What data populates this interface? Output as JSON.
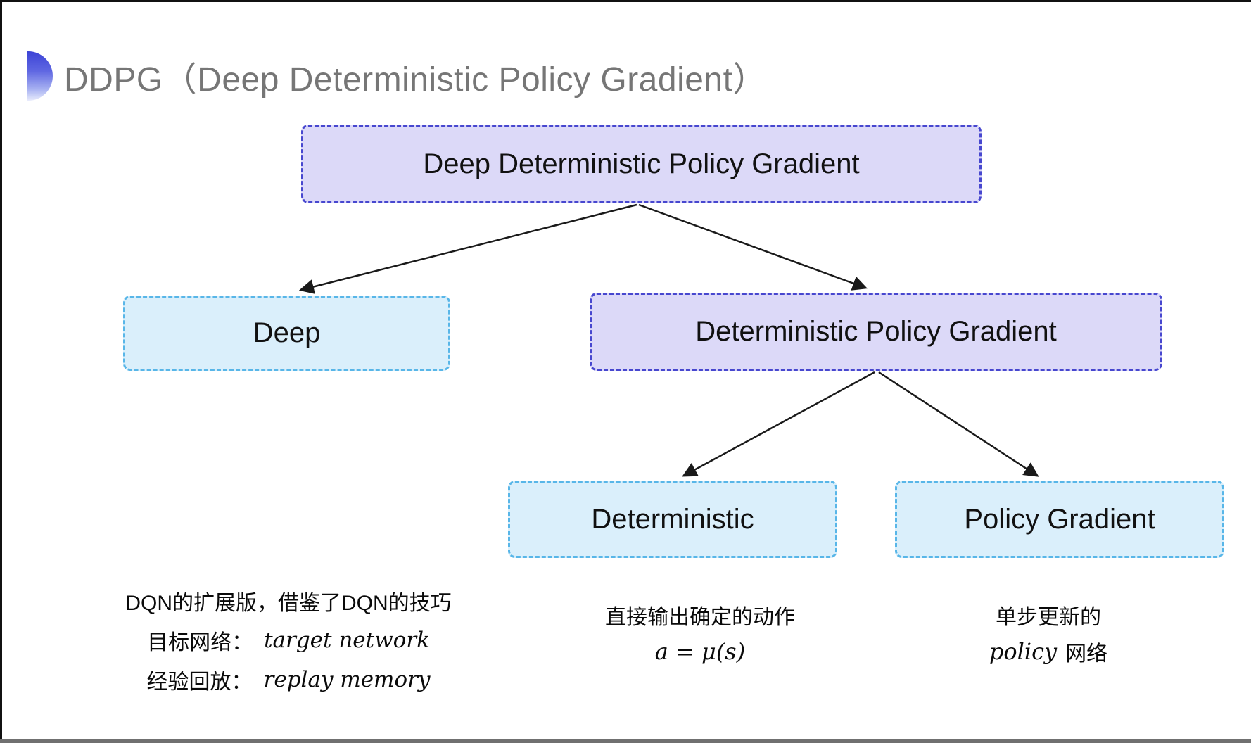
{
  "header": {
    "title": "DDPG（Deep Deterministic Policy Gradient）"
  },
  "tree": {
    "root": {
      "label": "Deep Deterministic Policy Gradient"
    },
    "deep": {
      "label": "Deep"
    },
    "dpg": {
      "label": "Deterministic Policy Gradient"
    },
    "deterministic": {
      "label": "Deterministic"
    },
    "policy_gradient": {
      "label": "Policy Gradient"
    },
    "edges": [
      {
        "from": "root",
        "to": "deep"
      },
      {
        "from": "root",
        "to": "dpg"
      },
      {
        "from": "dpg",
        "to": "deterministic"
      },
      {
        "from": "dpg",
        "to": "policy_gradient"
      }
    ]
  },
  "notes": {
    "deep": {
      "line1": "DQN的扩展版，借鉴了DQN的技巧",
      "line2_label": "目标网络：",
      "line2_term": "target network",
      "line3_label": "经验回放：",
      "line3_term": "replay memory"
    },
    "deterministic": {
      "line1": "直接输出确定的动作",
      "formula": "a = μ(s)"
    },
    "policy_gradient": {
      "line1": "单步更新的",
      "line2_term": "policy",
      "line2_suffix": "网络"
    }
  },
  "colors": {
    "title_text": "#767676",
    "node_text": "#111111",
    "purple_fill": "#dcd9f8",
    "purple_border": "#4747cf",
    "blue_fill": "#daeffb",
    "blue_border": "#58b6e8",
    "arrow": "#1a1a1a",
    "accent_icon_top": "#3c43d6",
    "accent_icon_bottom": "#e9ecfc"
  }
}
